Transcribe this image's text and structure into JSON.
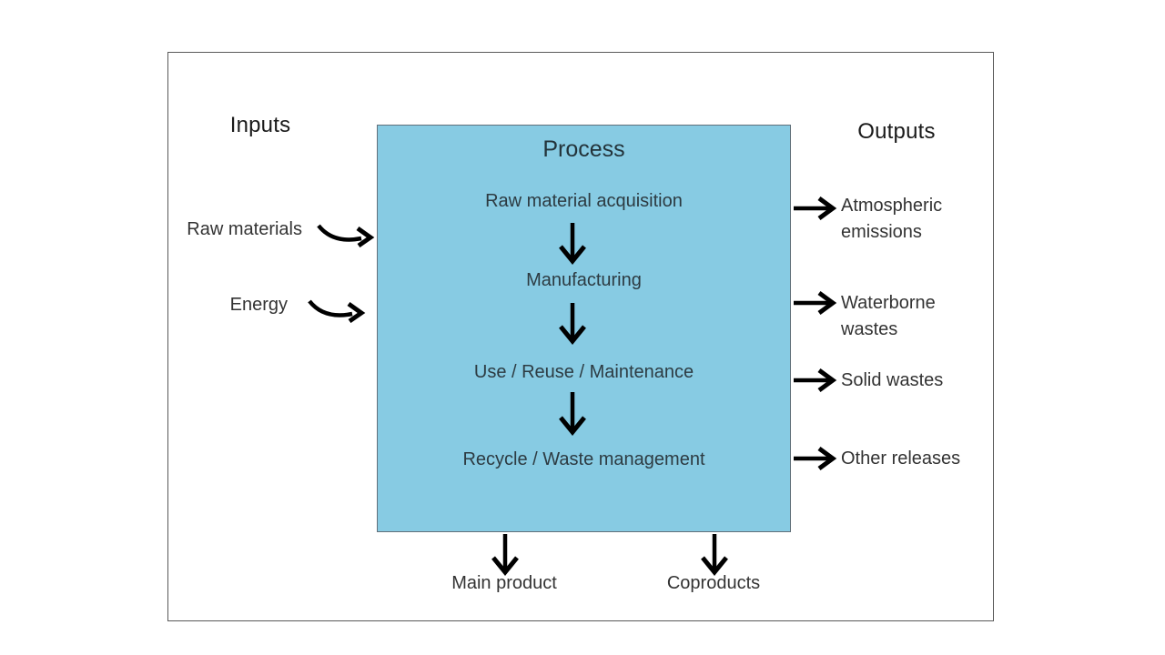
{
  "headings": {
    "inputs": "Inputs",
    "outputs": "Outputs"
  },
  "process": {
    "title": "Process",
    "stages": [
      "Raw material acquisition",
      "Manufacturing",
      "Use / Reuse / Maintenance",
      "Recycle / Waste management"
    ],
    "box_color": "#87CBE3",
    "box_border_color": "#61707A"
  },
  "inputs": [
    {
      "label": "Raw materials"
    },
    {
      "label": "Energy"
    }
  ],
  "outputs": [
    {
      "label": "Atmospheric emissions"
    },
    {
      "label": "Waterborne wastes"
    },
    {
      "label": "Solid wastes"
    },
    {
      "label": "Other releases"
    }
  ],
  "bottom": [
    {
      "label": "Main product"
    },
    {
      "label": "Coproducts"
    }
  ],
  "colors": {
    "arrow": "#000000",
    "frame_border": "#595959",
    "text": "#333333"
  }
}
